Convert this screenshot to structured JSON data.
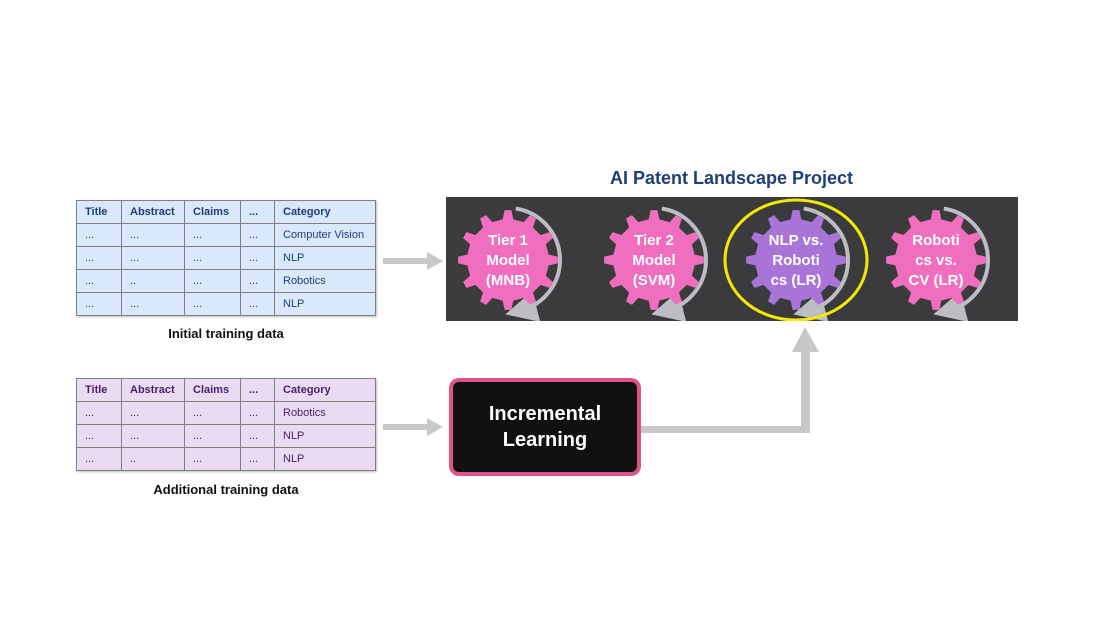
{
  "title": "AI Patent Landscape Project",
  "initial_table": {
    "headers": [
      "Title",
      "Abstract",
      "Claims",
      "...",
      "Category"
    ],
    "rows": [
      [
        "...",
        "...",
        "...",
        "...",
        "Computer Vision"
      ],
      [
        "...",
        "...",
        "...",
        "...",
        "NLP"
      ],
      [
        "...",
        "..",
        "...",
        "...",
        "Robotics"
      ],
      [
        "...",
        "...",
        "...",
        "...",
        "NLP"
      ]
    ],
    "caption": "Initial training data"
  },
  "additional_table": {
    "headers": [
      "Title",
      "Abstract",
      "Claims",
      "...",
      "Category"
    ],
    "rows": [
      [
        "...",
        "...",
        "...",
        "...",
        "Robotics"
      ],
      [
        "...",
        "...",
        "...",
        "...",
        "NLP"
      ],
      [
        "...",
        "..",
        "...",
        "...",
        "NLP"
      ]
    ],
    "caption": "Additional training data"
  },
  "incremental": {
    "line1": "Incremental",
    "line2": "Learning"
  },
  "models": [
    {
      "lines": [
        "Tier 1",
        "Model",
        "(MNB)"
      ],
      "color": "#ef6ebd",
      "highlighted": false
    },
    {
      "lines": [
        "Tier 2",
        "Model",
        "(SVM)"
      ],
      "color": "#ef6ebd",
      "highlighted": false
    },
    {
      "lines": [
        "NLP vs.",
        "Roboti",
        "cs (LR)"
      ],
      "color": "#a974d8",
      "highlighted": true
    },
    {
      "lines": [
        "Roboti",
        "cs vs.",
        "CV (LR)"
      ],
      "color": "#ef6ebd",
      "highlighted": false
    }
  ],
  "colors": {
    "title": "#1f3e7a",
    "panel": "#3b3b3d",
    "highlight_ring": "#f2ea00",
    "incremental_border": "#e0528a",
    "arrow": "#c8c8c8"
  }
}
